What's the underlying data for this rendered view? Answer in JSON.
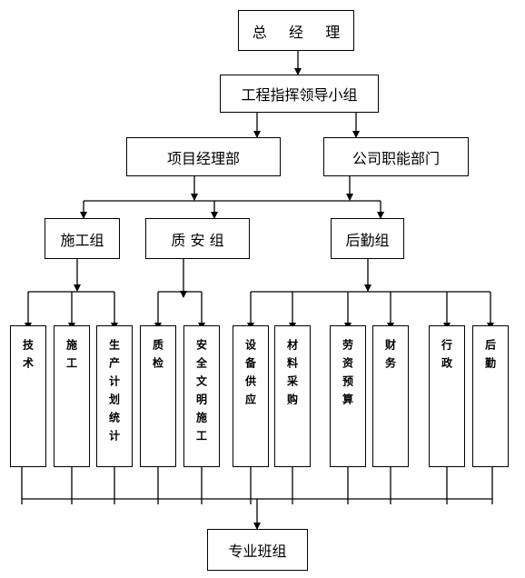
{
  "chart": {
    "gm": "总 经 理",
    "leading_group": "工程指挥领导小组",
    "project_dept": "项目经理部",
    "company_dept": "公司职能部门",
    "group_construction": "施工组",
    "group_quality": "质 安 组",
    "group_logistics": "后勤组",
    "dept_tech": "技术",
    "dept_construction": "施工",
    "dept_planning": "生产计划统计",
    "dept_qc": "质检",
    "dept_safety": "安全文明施工",
    "dept_equipment": "设备供应",
    "dept_materials": "材料采购",
    "dept_labor": "劳资预算",
    "dept_finance": "财务",
    "dept_admin": "行政",
    "dept_logistics": "后勤",
    "teams": "专业班组"
  }
}
